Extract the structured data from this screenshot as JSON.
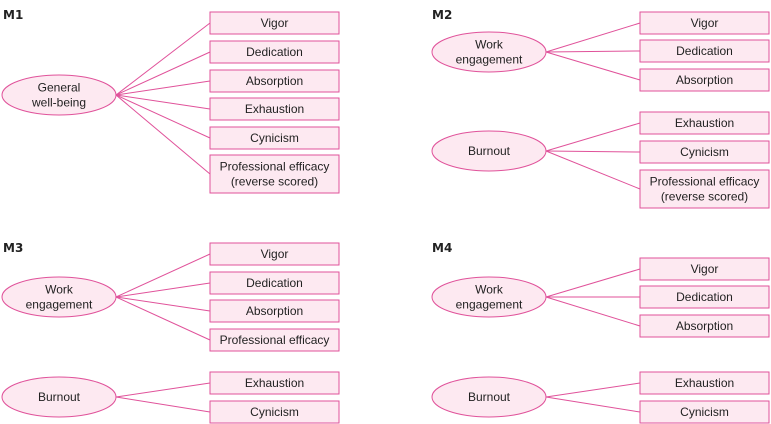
{
  "colors": {
    "stroke": "#e0529a",
    "fill": "#fde9f1",
    "text": "#222222"
  },
  "models": [
    {
      "label": "M1",
      "factors": [
        {
          "lines": [
            "General",
            "well-being"
          ],
          "indicators": [
            0,
            1,
            2,
            3,
            4,
            5
          ]
        }
      ],
      "indicators": [
        {
          "lines": [
            "Vigor"
          ]
        },
        {
          "lines": [
            "Dedication"
          ]
        },
        {
          "lines": [
            "Absorption"
          ]
        },
        {
          "lines": [
            "Exhaustion"
          ]
        },
        {
          "lines": [
            "Cynicism"
          ]
        },
        {
          "lines": [
            "Professional efficacy",
            "(reverse scored)"
          ]
        }
      ]
    },
    {
      "label": "M2",
      "factors": [
        {
          "lines": [
            "Work",
            "engagement"
          ],
          "indicators": [
            0,
            1,
            2
          ]
        },
        {
          "lines": [
            "Burnout"
          ],
          "indicators": [
            3,
            4,
            5
          ]
        }
      ],
      "indicators": [
        {
          "lines": [
            "Vigor"
          ]
        },
        {
          "lines": [
            "Dedication"
          ]
        },
        {
          "lines": [
            "Absorption"
          ]
        },
        {
          "lines": [
            "Exhaustion"
          ]
        },
        {
          "lines": [
            "Cynicism"
          ]
        },
        {
          "lines": [
            "Professional efficacy",
            "(reverse scored)"
          ]
        }
      ]
    },
    {
      "label": "M3",
      "factors": [
        {
          "lines": [
            "Work",
            "engagement"
          ],
          "indicators": [
            0,
            1,
            2,
            3
          ]
        },
        {
          "lines": [
            "Burnout"
          ],
          "indicators": [
            4,
            5
          ]
        }
      ],
      "indicators": [
        {
          "lines": [
            "Vigor"
          ]
        },
        {
          "lines": [
            "Dedication"
          ]
        },
        {
          "lines": [
            "Absorption"
          ]
        },
        {
          "lines": [
            "Professional efficacy"
          ]
        },
        {
          "lines": [
            "Exhaustion"
          ]
        },
        {
          "lines": [
            "Cynicism"
          ]
        }
      ]
    },
    {
      "label": "M4",
      "factors": [
        {
          "lines": [
            "Work",
            "engagement"
          ],
          "indicators": [
            0,
            1,
            2
          ]
        },
        {
          "lines": [
            "Burnout"
          ],
          "indicators": [
            3,
            4
          ]
        }
      ],
      "indicators": [
        {
          "lines": [
            "Vigor"
          ]
        },
        {
          "lines": [
            "Dedication"
          ]
        },
        {
          "lines": [
            "Absorption"
          ]
        },
        {
          "lines": [
            "Exhaustion"
          ]
        },
        {
          "lines": [
            "Cynicism"
          ]
        }
      ]
    }
  ]
}
